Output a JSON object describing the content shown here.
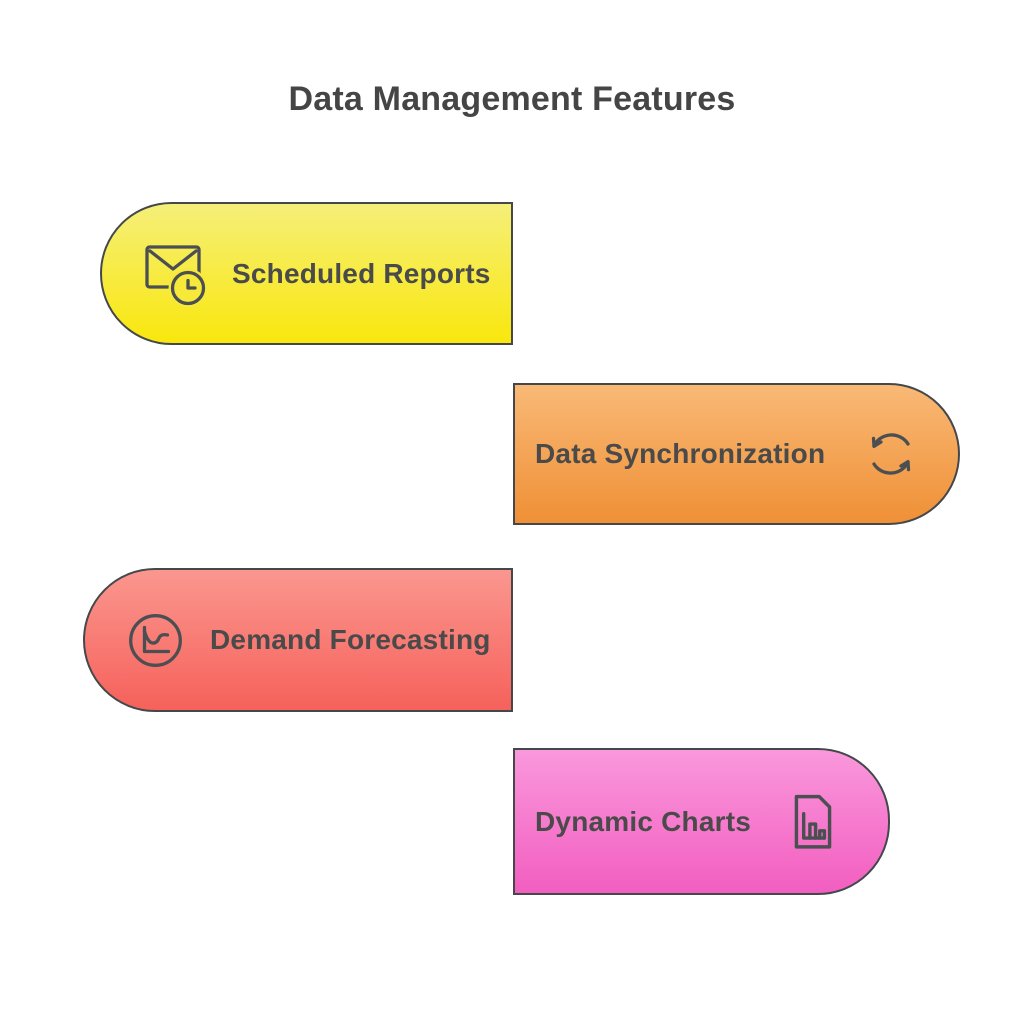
{
  "title": "Data Management Features",
  "features": [
    {
      "label": "Scheduled Reports",
      "icon": "mail-clock-icon",
      "cap_side": "left",
      "colors": {
        "top": "#f5ef79",
        "bottom": "#f9e70d"
      }
    },
    {
      "label": "Data Synchronization",
      "icon": "sync-arrows-icon",
      "cap_side": "right",
      "colors": {
        "top": "#f9b976",
        "bottom": "#ef9036"
      }
    },
    {
      "label": "Demand Forecasting",
      "icon": "trend-line-chart-icon",
      "cap_side": "left",
      "colors": {
        "top": "#fa978f",
        "bottom": "#f6615b"
      }
    },
    {
      "label": "Dynamic Charts",
      "icon": "bar-chart-document-icon",
      "cap_side": "right",
      "colors": {
        "top": "#fa98dc",
        "bottom": "#f25ec0"
      }
    }
  ],
  "style": {
    "background": "#ffffff",
    "title_color": "#454545",
    "label_color": "#4a4a4a",
    "border_color": "#44484b",
    "icon_stroke_color": "#4c4f51"
  }
}
